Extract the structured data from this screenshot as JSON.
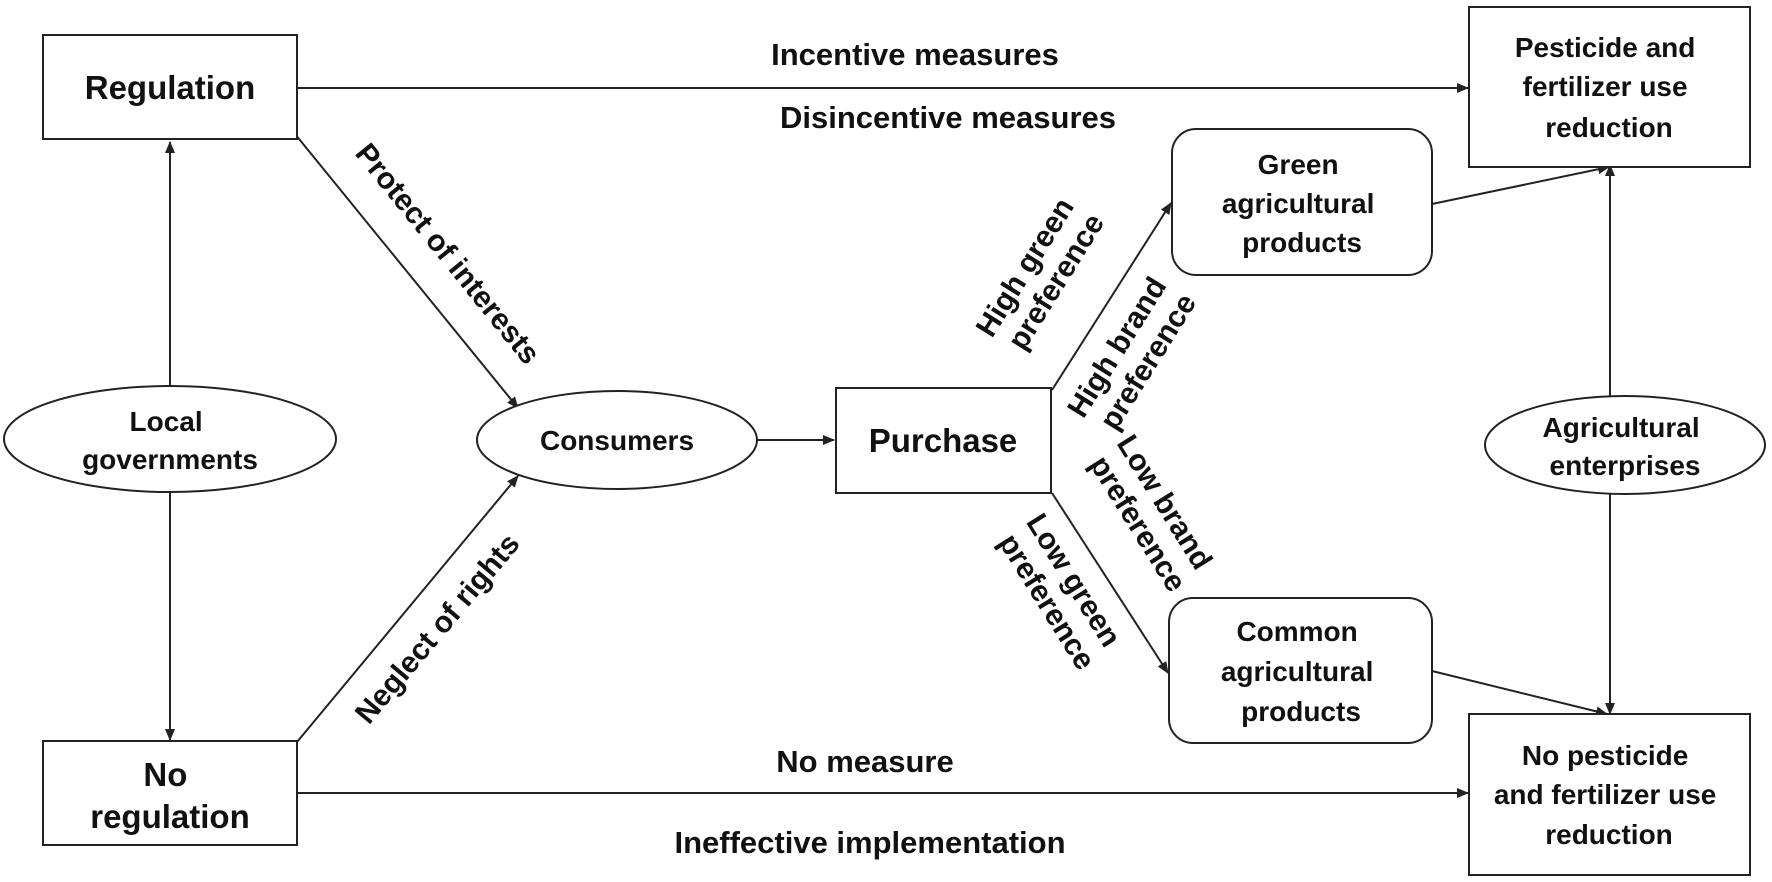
{
  "nodes": {
    "regulation": "Regulation",
    "no_regulation": [
      "No",
      "regulation"
    ],
    "local_governments": [
      "Local",
      "governments"
    ],
    "consumers": "Consumers",
    "purchase": "Purchase",
    "green_products": [
      "Green",
      "agricultural",
      "products"
    ],
    "common_products": [
      "Common",
      "agricultural",
      "products"
    ],
    "agricultural_enterprises": [
      "Agricultural",
      "enterprises"
    ],
    "reduction": [
      "Pesticide and",
      "fertilizer use",
      "reduction"
    ],
    "no_reduction": [
      "No pesticide",
      "and fertilizer use",
      "reduction"
    ]
  },
  "edges": {
    "incentive": "Incentive measures",
    "disincentive": "Disincentive measures",
    "protect": "Protect of interests",
    "neglect": "Neglect of rights",
    "high_green": [
      "High green",
      "preference"
    ],
    "high_brand": [
      "High brand",
      "preference"
    ],
    "low_brand": [
      "Low brand",
      "preference"
    ],
    "low_green": [
      "Low green",
      "preference"
    ],
    "no_measure": "No measure",
    "ineffective": "Ineffective implementation"
  }
}
